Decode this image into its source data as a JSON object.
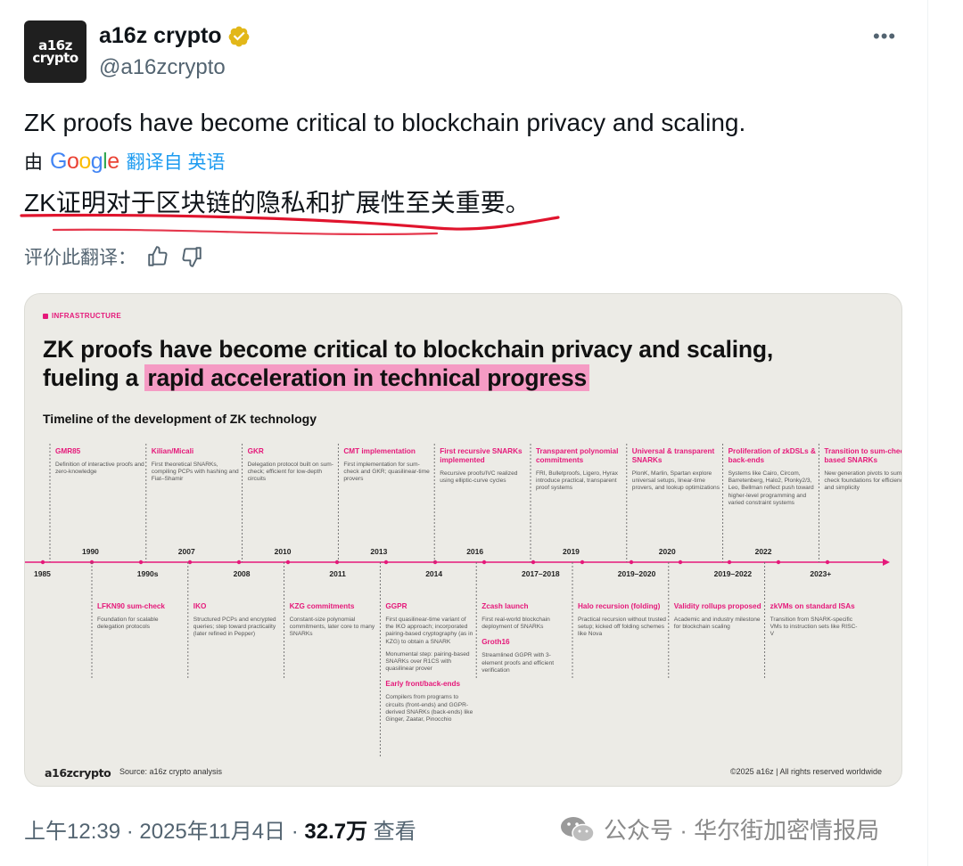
{
  "author": {
    "avatar_text_line1": "a16z",
    "avatar_text_line2": "crypto",
    "display_name": "a16z crypto",
    "handle": "@a16zcrypto",
    "verified_icon": "verified-badge-icon"
  },
  "more_label": "•••",
  "tweet": {
    "text": "ZK proofs have become critical to blockchain privacy and scaling.",
    "translated_by_prefix": "由",
    "google_letters": [
      "G",
      "o",
      "o",
      "g",
      "l",
      "e"
    ],
    "google_colors": [
      "#4285F4",
      "#EA4335",
      "#FBBC05",
      "#4285F4",
      "#34A853",
      "#EA4335"
    ],
    "translated_from": "翻译自 英语",
    "translation": "ZK证明对于区块链的隐私和扩展性至关重要。",
    "rate_translation": "评价此翻译："
  },
  "card": {
    "tag": "INFRASTRUCTURE",
    "headline_line1": "ZK proofs have become critical to blockchain privacy and scaling,",
    "headline_line2_prefix": "fueling a ",
    "headline_highlight": "rapid acceleration in technical progress",
    "subhead": "Timeline of the development of ZK technology",
    "accent_color": "#e5197a",
    "top_events": [
      {
        "title": "GMR85",
        "desc": "Definition of interactive proofs and zero-knowledge"
      },
      {
        "title": "Kilian/Micali",
        "desc": "First theoretical SNARKs, compiling PCPs with hashing and Fiat–Shamir"
      },
      {
        "title": "GKR",
        "desc": "Delegation protocol built on sum-check; efficient for low-depth circuits"
      },
      {
        "title": "CMT implementation",
        "desc": "First implementation for sum-check and GKR; quasilinear-time provers"
      },
      {
        "title": "First recursive SNARKs implemented",
        "desc": "Recursive proofs/IVC realized using elliptic-curve cycles"
      },
      {
        "title": "Transparent polynomial commitments",
        "desc": "FRI, Bulletproofs, Ligero, Hyrax introduce practical, transparent proof systems"
      },
      {
        "title": "Universal & transparent SNARKs",
        "desc": "PlonK, Marlin, Spartan explore universal setups, linear-time provers, and lookup optimizations"
      },
      {
        "title": "Proliferation of zkDSLs & back-ends",
        "desc": "Systems like Cairo, Circom, Barretenberg, Halo2, Plonky2/3, Leo, Bellman reflect push toward higher-level programming and varied constraint systems"
      },
      {
        "title": "Transition to sum-check-based SNARKs",
        "desc": "New generation pivots to sum-check foundations for efficiency and simplicity"
      }
    ],
    "years_upper": [
      "1990",
      "2007",
      "2010",
      "2013",
      "2016",
      "2019",
      "2020",
      "2022"
    ],
    "years_lower": [
      "1985",
      "1990s",
      "2008",
      "2011",
      "2014",
      "2017–2018",
      "2019–2020",
      "2019–2022",
      "2023+"
    ],
    "bottom_events": [
      {
        "title": "LFKN90 sum-check",
        "desc": "Foundation for scalable delegation protocols"
      },
      {
        "title": "IKO",
        "desc": "Structured PCPs and encrypted queries; step toward practicality (later refined in Pepper)"
      },
      {
        "title": "KZG commitments",
        "desc": "Constant-size polynomial commitments, later core to many SNARKs"
      },
      {
        "title": "GGPR",
        "desc": "First quasilinear-time variant of the IKO approach; incorporated pairing-based cryptography (as in KZG) to obtain a SNARK",
        "desc2": "Monumental step: pairing-based SNARKs over R1CS with quasilinear prover",
        "title2": "Early front/back-ends",
        "desc3": "Compilers from programs to circuits (front-ends) and GGPR-derived SNARKs (back-ends) like Ginger, Zaatar, Pinocchio"
      },
      {
        "title": "Zcash launch",
        "desc": "First real-world blockchain deployment of SNARKs",
        "title2": "Groth16",
        "desc2": "Streamlined GGPR with 3-element proofs and efficient verification"
      },
      {
        "title": "Halo recursion (folding)",
        "desc": "Practical recursion without trusted setup; kicked off folding schemes like Nova"
      },
      {
        "title": "Validity rollups proposed",
        "desc": "Academic and industry milestone for blockchain scaling"
      },
      {
        "title": "zkVMs on standard ISAs",
        "desc": "Transition from SNARK-specific VMs to instruction sets like RISC-V"
      }
    ],
    "footer_logo": "a16zcrypto",
    "footer_source": "Source: a16z crypto analysis",
    "footer_copyright": "©2025 a16z | All rights reserved worldwide"
  },
  "meta": {
    "time": "上午12:39 · 2025年11月4日 · ",
    "views": "32.7万",
    "views_label": " 查看"
  },
  "watermark": {
    "text": "公众号 · 华尔街加密情报局",
    "icon": "wechat-icon"
  }
}
